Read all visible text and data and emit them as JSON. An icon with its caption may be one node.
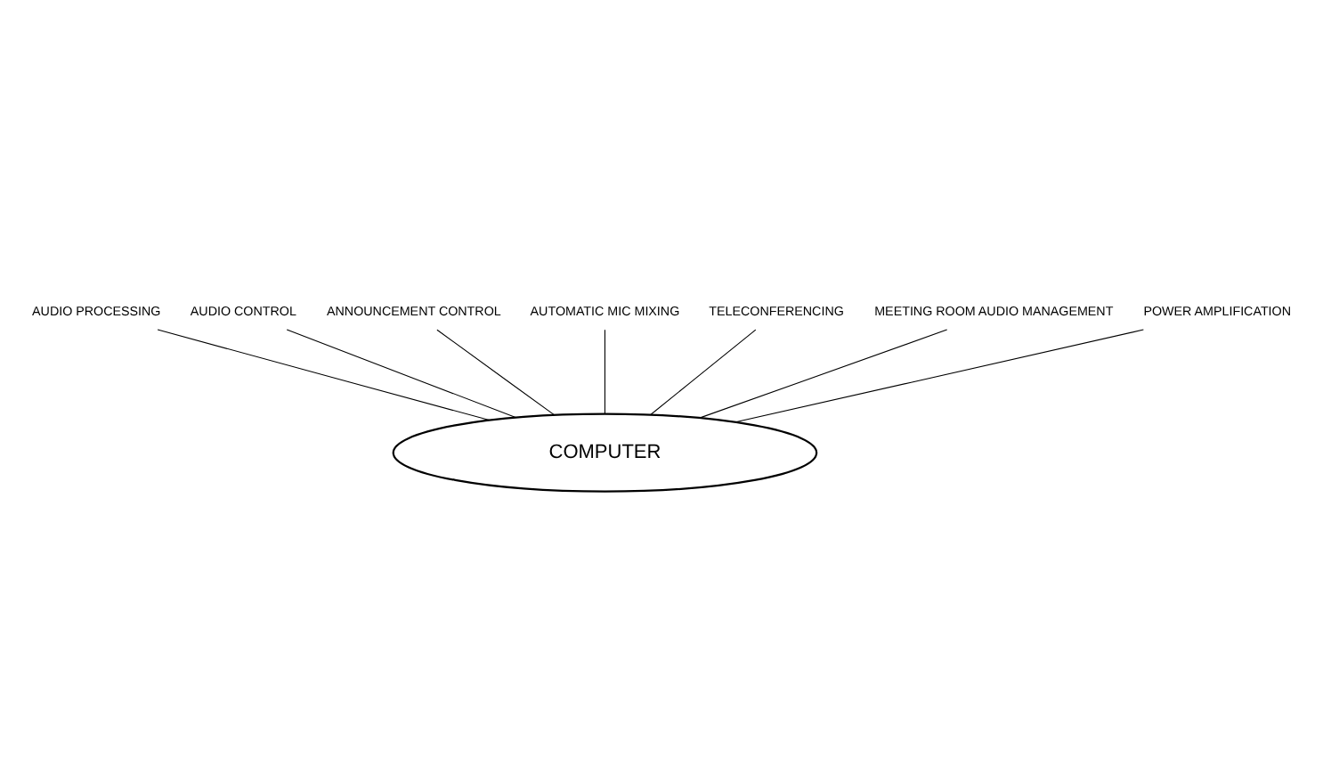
{
  "diagram": {
    "nodes": [
      {
        "text": [
          "AUDIO PROCESSING"
        ]
      },
      {
        "text": [
          "AUDIO CONTROL"
        ]
      },
      {
        "text": [
          "ANNOUNCEMENT CONTROL"
        ]
      },
      {
        "text": [
          "AUTOMATIC MIC MIXING"
        ]
      },
      {
        "text": [
          "TELECONFERENCING"
        ]
      },
      {
        "text": [
          "MEETING ROOM AUDIO MANAGEMENT"
        ]
      },
      {
        "text": [
          "POWER AMPLIFICATION"
        ]
      },
      {
        "text": [
          "COMPUTER"
        ]
      }
    ],
    "edges": [
      {
        "from": 7,
        "to": 0,
        "arrow": "none"
      },
      {
        "from": 7,
        "to": 1,
        "arrow": "none"
      },
      {
        "from": 7,
        "to": 2,
        "arrow": "none"
      },
      {
        "from": 7,
        "to": 3,
        "arrow": "none"
      },
      {
        "from": 7,
        "to": 4,
        "arrow": "none"
      },
      {
        "from": 7,
        "to": 5,
        "arrow": "none"
      },
      {
        "from": 7,
        "to": 6,
        "arrow": "none"
      }
    ]
  }
}
